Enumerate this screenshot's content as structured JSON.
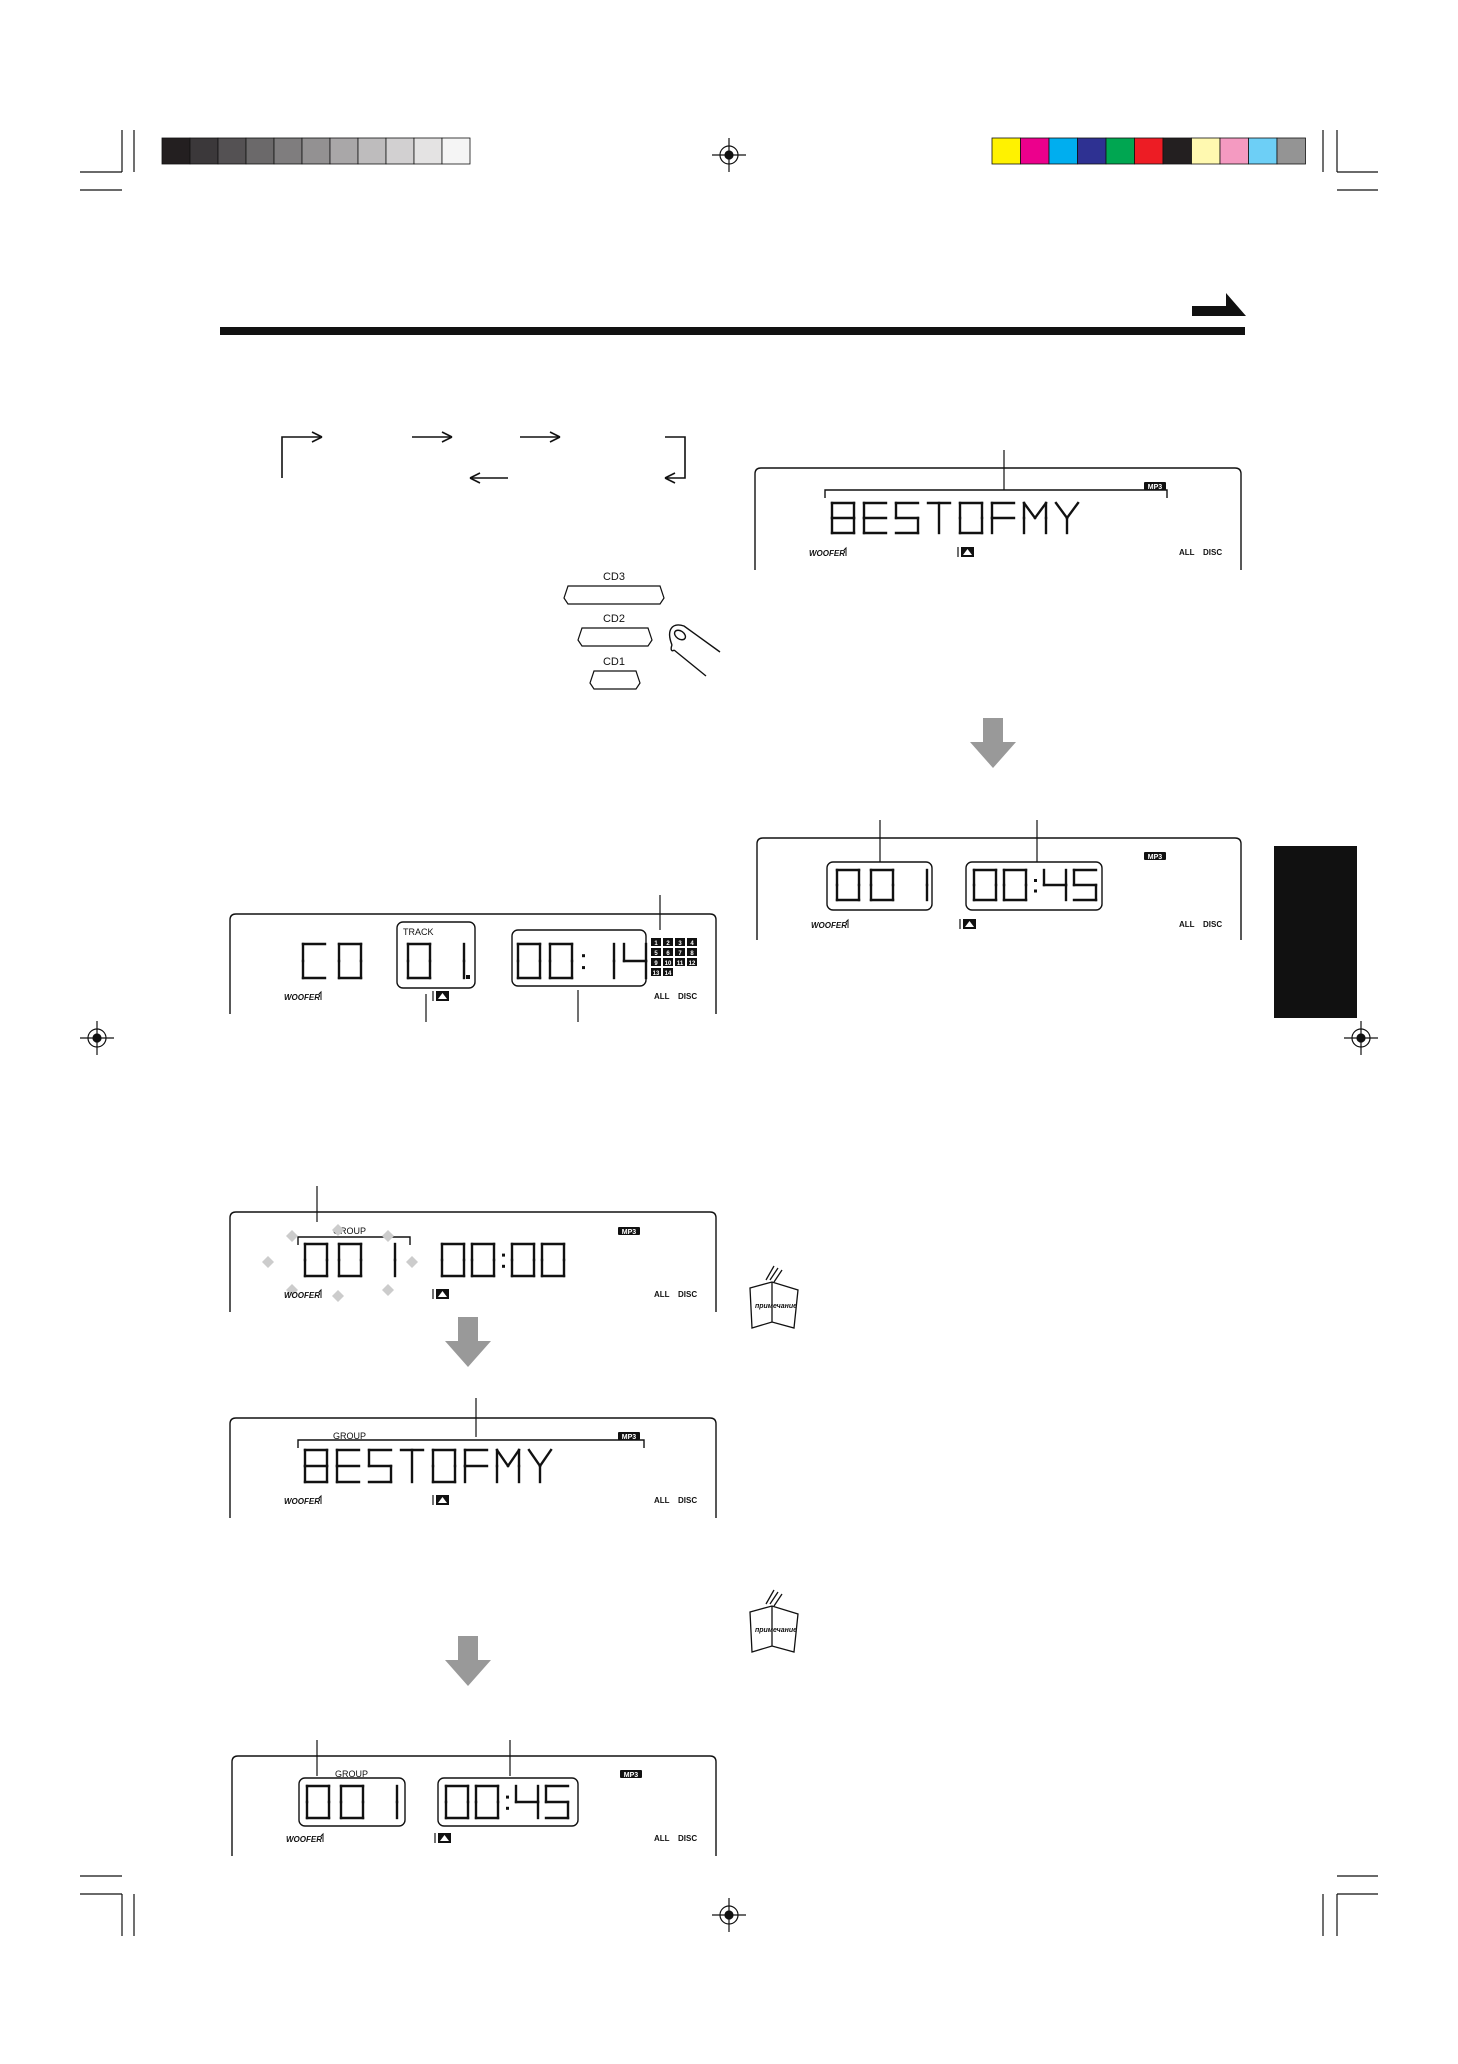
{
  "calibration": {
    "gray_scale": [
      "#231f20",
      "#3b383a",
      "#545153",
      "#6b696a",
      "#7f7d7e",
      "#939192",
      "#a9a7a8",
      "#bebcbd",
      "#d2d0d1",
      "#e4e3e3",
      "#f5f5f5"
    ],
    "color_bar": [
      "#fff200",
      "#ec008c",
      "#00aeef",
      "#2e3192",
      "#00a651",
      "#ed1c24",
      "#231f20",
      "#fff9b0",
      "#f49ac1",
      "#6dcff6",
      "#949494"
    ]
  },
  "icons": {
    "next_page": "arrow-right-icon",
    "flow_down": "down-arrow-icon",
    "note": "note-book-icon",
    "finger": "finger-icon",
    "registration": "crosshair-icon"
  },
  "buttons": {
    "cd3": "CD3",
    "cd2": "CD2",
    "cd1": "CD1"
  },
  "note_label": "примечание",
  "displays": {
    "cd_track": {
      "text_left": "CD",
      "track_label": "TRACK",
      "track": "01.",
      "time": "00: 14",
      "woofer": "WOOFER",
      "all": "ALL",
      "disc": "DISC",
      "track_grid": [
        "1",
        "2",
        "3",
        "4",
        "5",
        "6",
        "7",
        "8",
        "9",
        "10",
        "11",
        "12",
        "13",
        "14"
      ]
    },
    "group_blink": {
      "group_label": "GROUP",
      "group": "001",
      "time": "00:00",
      "badge": "MP3",
      "woofer": "WOOFER",
      "all": "ALL",
      "disc": "DISC"
    },
    "group_title": {
      "group_label": "GROUP",
      "title": "BEST OF MY",
      "badge": "MP3",
      "woofer": "WOOFER",
      "all": "ALL",
      "disc": "DISC"
    },
    "group_time": {
      "group_label": "GROUP",
      "group": "001",
      "time": "00:45",
      "badge": "MP3",
      "woofer": "WOOFER",
      "all": "ALL",
      "disc": "DISC"
    },
    "mp3_title": {
      "title": "BEST OF MY",
      "badge": "MP3",
      "woofer": "WOOFER",
      "all": "ALL",
      "disc": "DISC"
    },
    "mp3_time": {
      "group": "001",
      "time": "00:45",
      "badge": "MP3",
      "woofer": "WOOFER",
      "all": "ALL",
      "disc": "DISC"
    }
  }
}
